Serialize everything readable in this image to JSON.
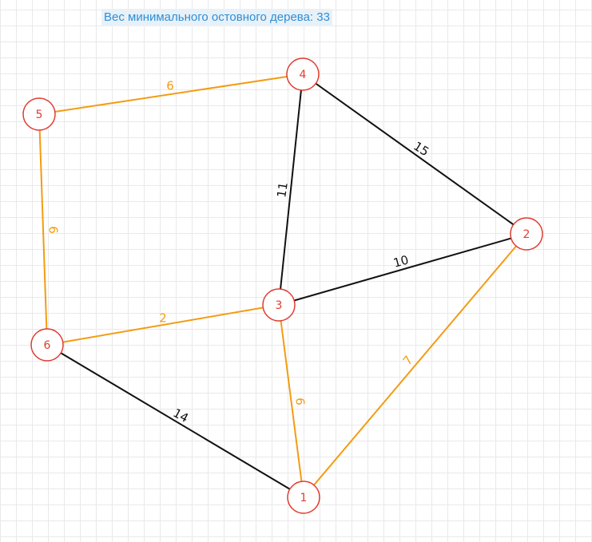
{
  "mst_weight_label": "Вес минимального остовного дерева: 33",
  "colors": {
    "mst_edge": "#f39c12",
    "other_edge": "#111111",
    "node_stroke": "#e03c31",
    "node_text": "#e03c31"
  },
  "nodes": [
    {
      "id": "1",
      "label": "1"
    },
    {
      "id": "2",
      "label": "2"
    },
    {
      "id": "3",
      "label": "3"
    },
    {
      "id": "4",
      "label": "4"
    },
    {
      "id": "5",
      "label": "5"
    },
    {
      "id": "6",
      "label": "6"
    }
  ],
  "edges": [
    {
      "from": "5",
      "to": "4",
      "weight": "6",
      "in_mst": true
    },
    {
      "from": "4",
      "to": "3",
      "weight": "11",
      "in_mst": false
    },
    {
      "from": "4",
      "to": "2",
      "weight": "15",
      "in_mst": false
    },
    {
      "from": "3",
      "to": "2",
      "weight": "10",
      "in_mst": false
    },
    {
      "from": "5",
      "to": "6",
      "weight": "6",
      "in_mst": true
    },
    {
      "from": "6",
      "to": "3",
      "weight": "2",
      "in_mst": true
    },
    {
      "from": "6",
      "to": "1",
      "weight": "14",
      "in_mst": false
    },
    {
      "from": "3",
      "to": "1",
      "weight": "6",
      "in_mst": true
    },
    {
      "from": "2",
      "to": "1",
      "weight": "7",
      "in_mst": true
    }
  ]
}
